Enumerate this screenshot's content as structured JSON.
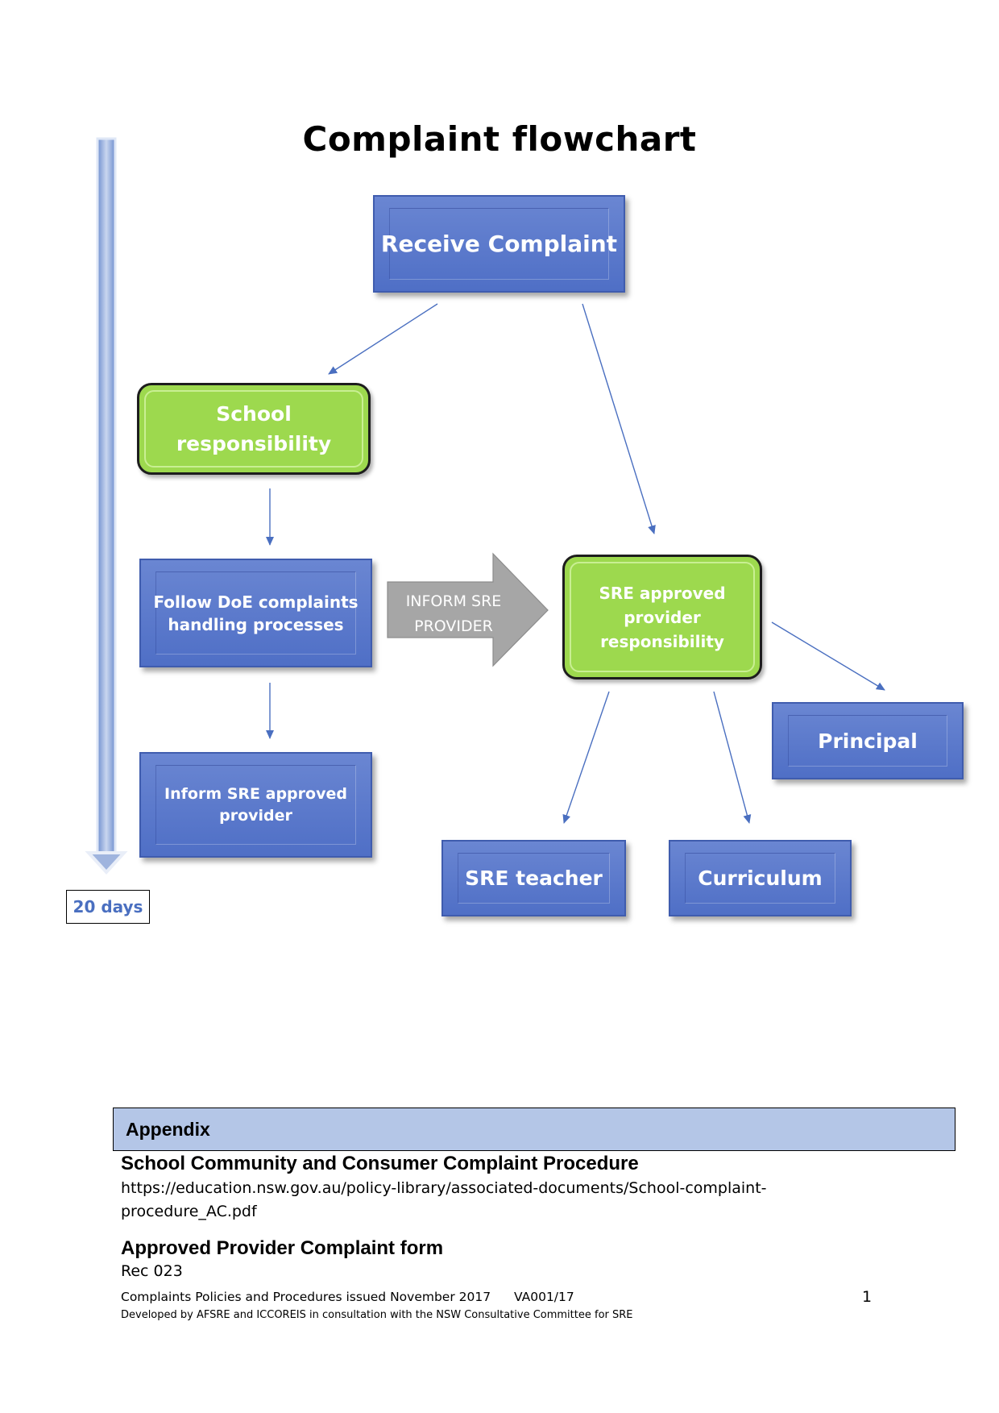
{
  "title": "Complaint flowchart",
  "timeline": {
    "label": "20 days"
  },
  "nodes": {
    "receive": "Receive Complaint",
    "school": {
      "line1": "School",
      "line2": "responsibility"
    },
    "follow": {
      "line1": "Follow DoE complaints",
      "line2": "handling processes"
    },
    "inform_provider": {
      "line1": "Inform SRE approved",
      "line2": "provider"
    },
    "inform_arrow": {
      "line1": "INFORM SRE",
      "line2": "PROVIDER"
    },
    "sre_provider": {
      "line1": "SRE approved",
      "line2": "provider",
      "line3": "responsibility"
    },
    "principal": "Principal",
    "sre_teacher": "SRE teacher",
    "curriculum": "Curriculum"
  },
  "appendix": {
    "heading": "Appendix",
    "item1_title": "School Community and Consumer Complaint Procedure",
    "item1_link_line1": "https://education.nsw.gov.au/policy-library/associated-documents/School-complaint-",
    "item1_link_line2": "procedure_AC.pdf",
    "item2_title": "Approved Provider Complaint form",
    "item2_ref": "Rec 023"
  },
  "footer": {
    "issued": "Complaints Policies and Procedures issued November 2017",
    "code": "VA001/17",
    "page": "1",
    "developed": "Developed by AFSRE and ICCOREIS in consultation with the NSW Consultative Committee for SRE"
  },
  "colors": {
    "blue_box": "#5373c8",
    "green_box": "#9dd94e",
    "connector": "#4a6fc0",
    "grey_arrow": "#a6a6a6",
    "appendix_bar": "#b4c6e7"
  }
}
